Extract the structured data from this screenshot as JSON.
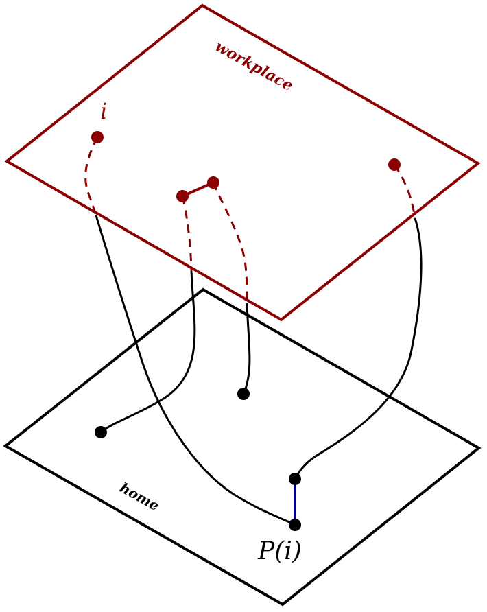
{
  "labels": {
    "workplace": "workplace",
    "home": "home",
    "node_i": "i",
    "node_p": "P(i)"
  },
  "colors": {
    "workplace_layer": "#8b0000",
    "home_layer": "#000000",
    "pair_link": "#00008b",
    "background": "#ffffff"
  }
}
